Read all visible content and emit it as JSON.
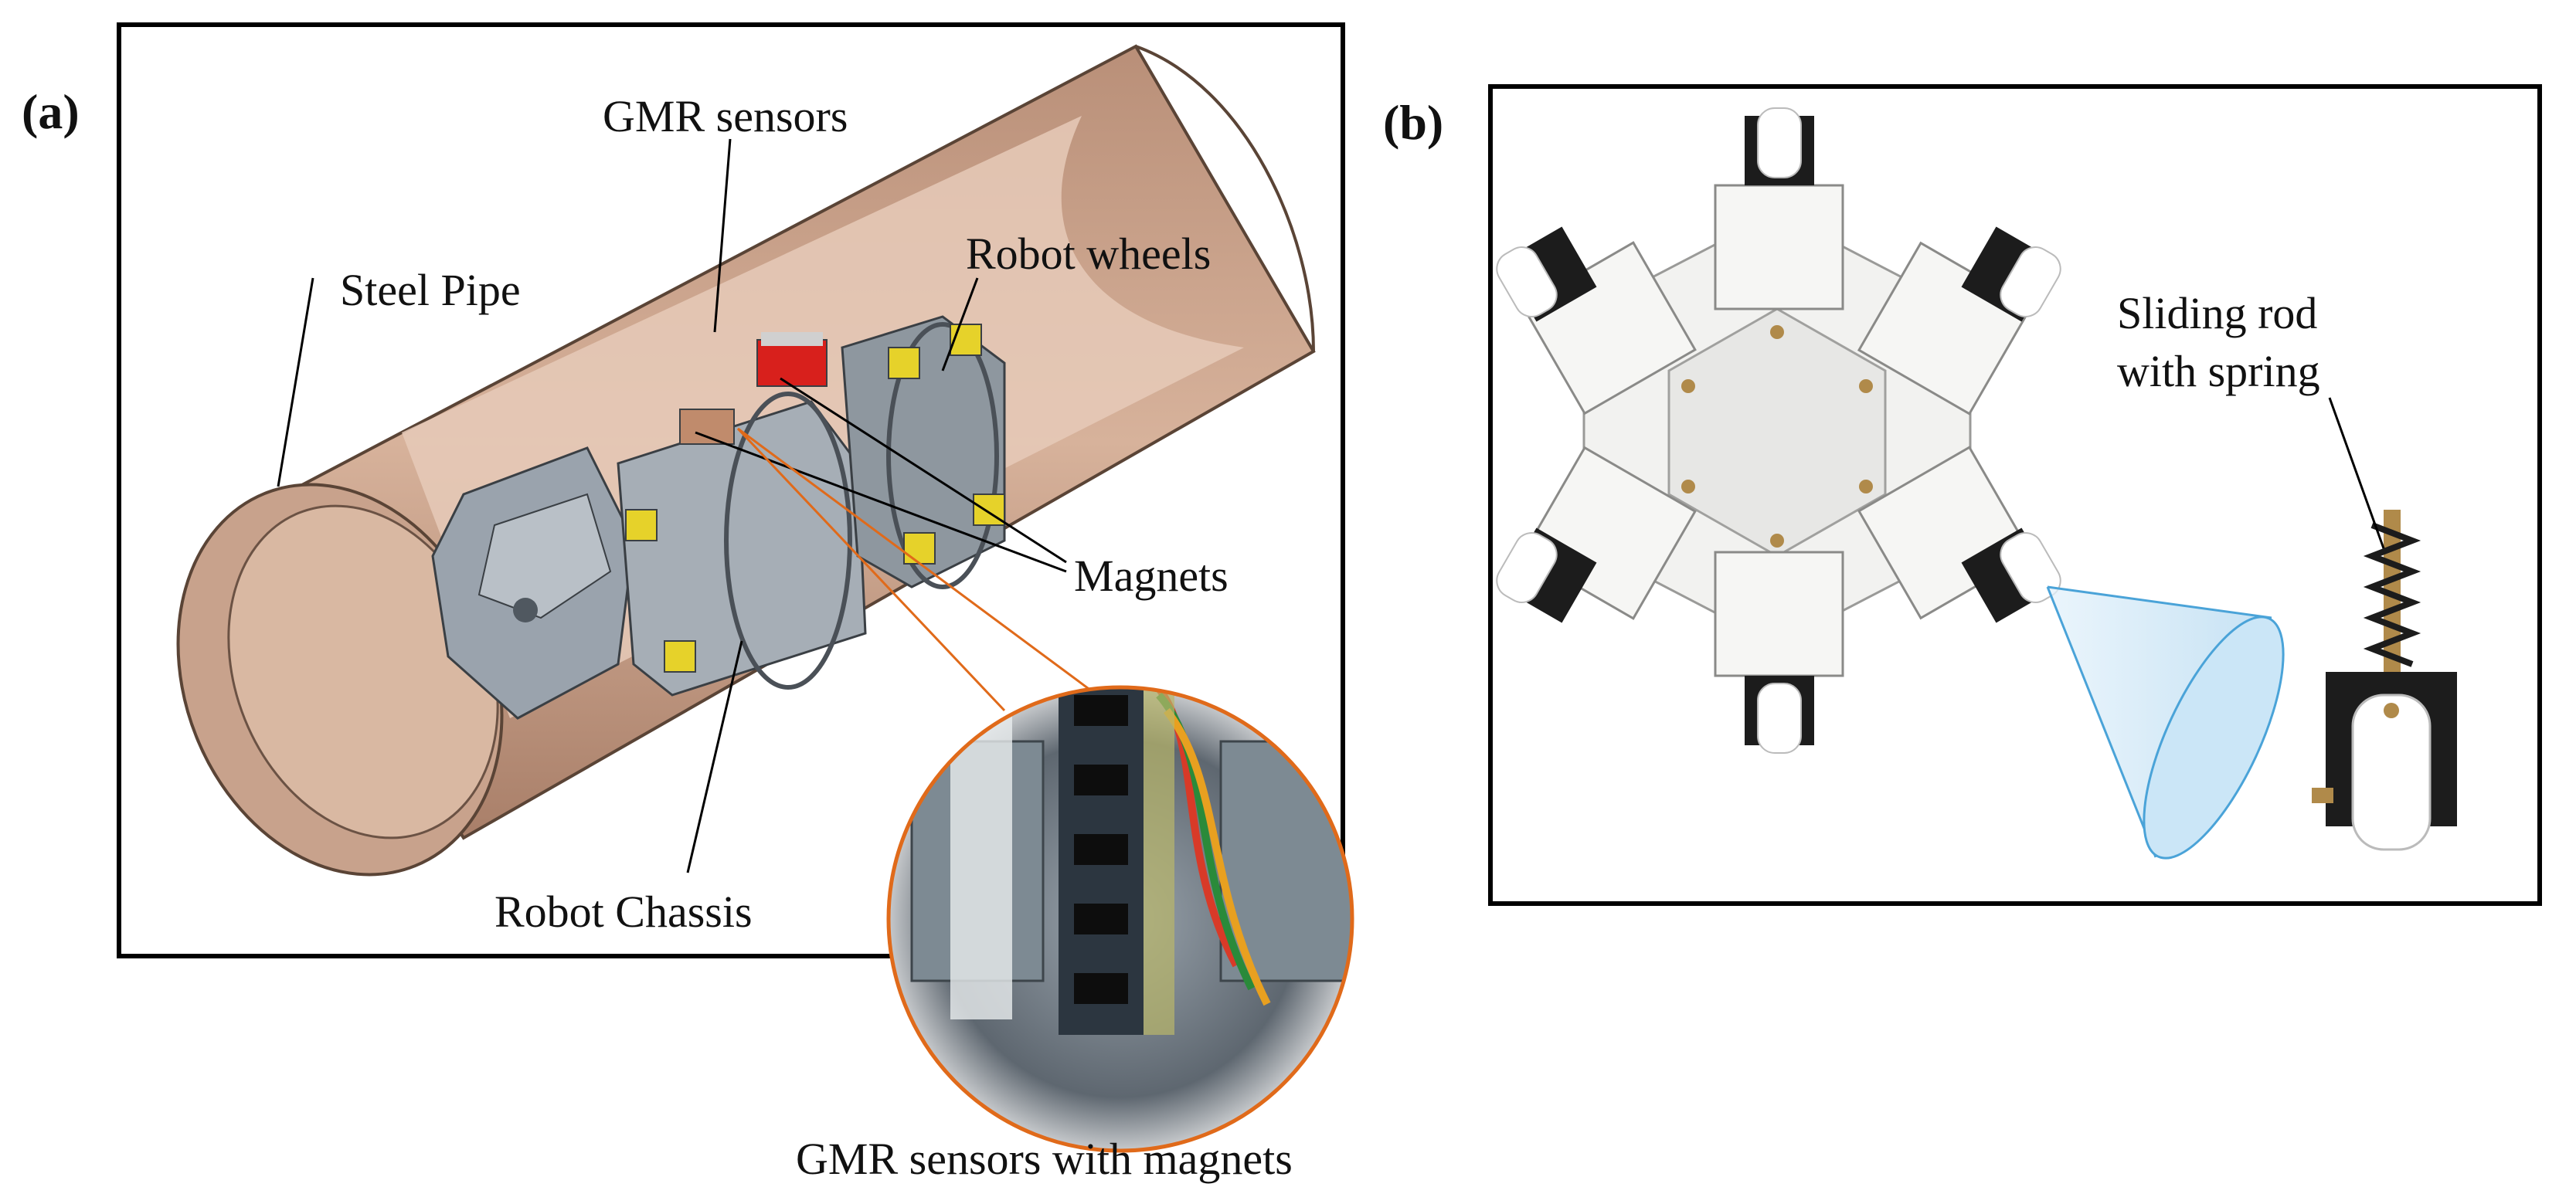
{
  "figure": {
    "panel_a": {
      "letter": "(a)",
      "labels": {
        "gmr_sensors": "GMR sensors",
        "steel_pipe": "Steel Pipe",
        "robot_wheels": "Robot wheels",
        "magnets": "Magnets",
        "robot_chassis": "Robot Chassis",
        "inset_caption": "GMR sensors with magnets"
      }
    },
    "panel_b": {
      "letter": "(b)",
      "labels": {
        "sliding_rod_line1": "Sliding rod",
        "sliding_rod_line2": "with spring"
      }
    }
  },
  "colors": {
    "pipe": "#c9a58f",
    "pipe_inner": "#d9b8a2",
    "chassis": "#9aa3ad",
    "wheel_bracket": "#e6d22a",
    "magnet_red": "#d8201c",
    "inset_border": "#e06a1a",
    "cone": "#b9dcf2",
    "white_part": "#f2f2f0",
    "black_part": "#1c1c1c"
  }
}
